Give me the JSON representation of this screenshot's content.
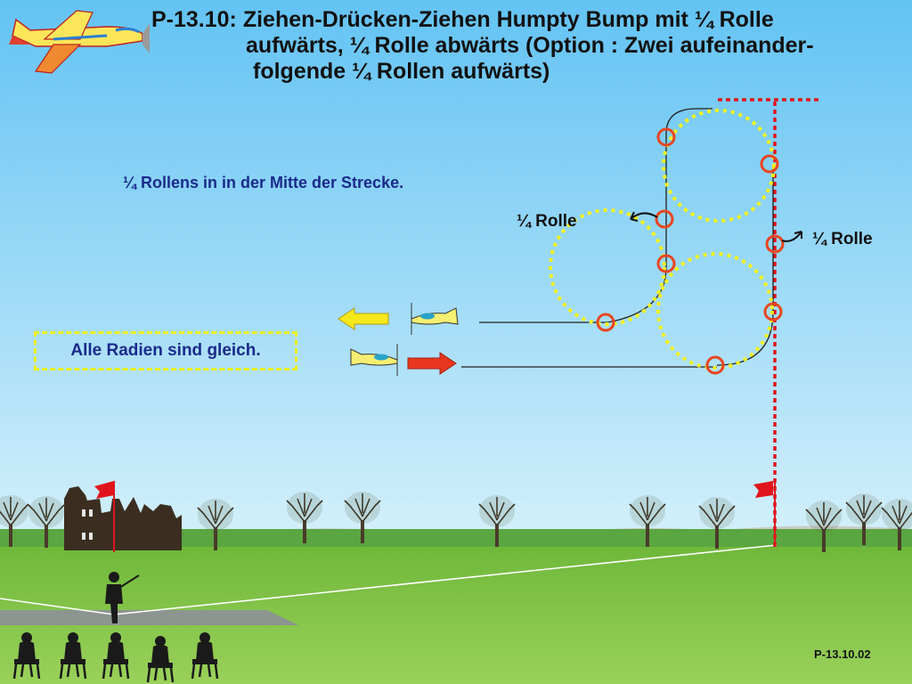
{
  "title": {
    "line1": "P-13.10: Ziehen-Drücken-Ziehen Humpty Bump mit ¼ Rolle",
    "line2": "aufwärts, ¼ Rolle abwärts (Option : Zwei aufeinander-",
    "line3": "folgende ¼ Rollen aufwärts)"
  },
  "notes": {
    "rollens_center": "¼ Rollens in in der Mitte der Strecke.",
    "radii_equal": "Alle Radien sind gleich."
  },
  "labels": {
    "roll_left": "¼  Rolle",
    "roll_right": "¼  Rolle"
  },
  "footer": {
    "slide_code": "P-13.10.02"
  },
  "colors": {
    "sky_top": "#6ec9f5",
    "sky_bottom": "#cdeefa",
    "ground": "#7fc242",
    "loop_dotted": "#f2f21c",
    "marker_circle": "#e8451e",
    "centerline": "#e0141c",
    "arrow_left": "#f5e81b",
    "arrow_right": "#e8371e"
  },
  "icons": [
    "aircraft-logo-icon",
    "flag-icon",
    "tree-icon",
    "castle-icon",
    "pilot-icon",
    "judge-icon"
  ]
}
